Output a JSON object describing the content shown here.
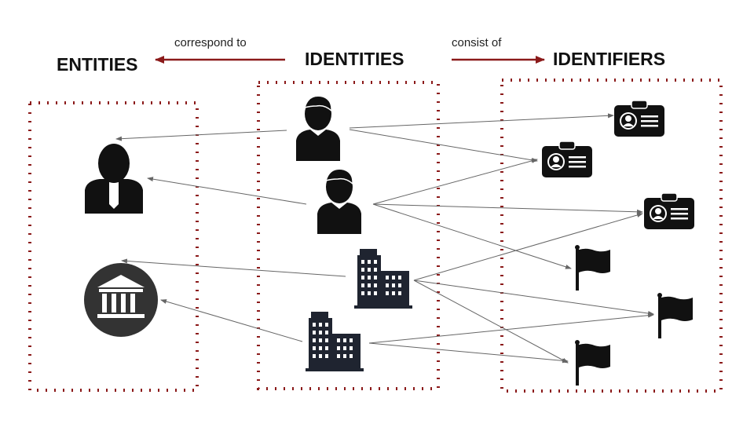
{
  "headings": {
    "entities": "ENTITIES",
    "identities": "IDENTITIES",
    "identifiers": "IDENTIFIERS"
  },
  "relations": {
    "correspond_to": "correspond to",
    "consist_of": "consist of"
  },
  "colors": {
    "accent": "#8b1a1a",
    "icon": "#111111",
    "building": "#1f2430",
    "bank_bg": "#333333",
    "link": "#666666"
  },
  "groups": {
    "entities": [
      "person-icon",
      "bank-icon"
    ],
    "identities": [
      "person-icon",
      "person-icon",
      "building-icon",
      "building-icon"
    ],
    "identifiers": [
      "id-card-icon",
      "id-card-icon",
      "id-card-icon",
      "flag-icon",
      "flag-icon",
      "flag-icon"
    ]
  }
}
